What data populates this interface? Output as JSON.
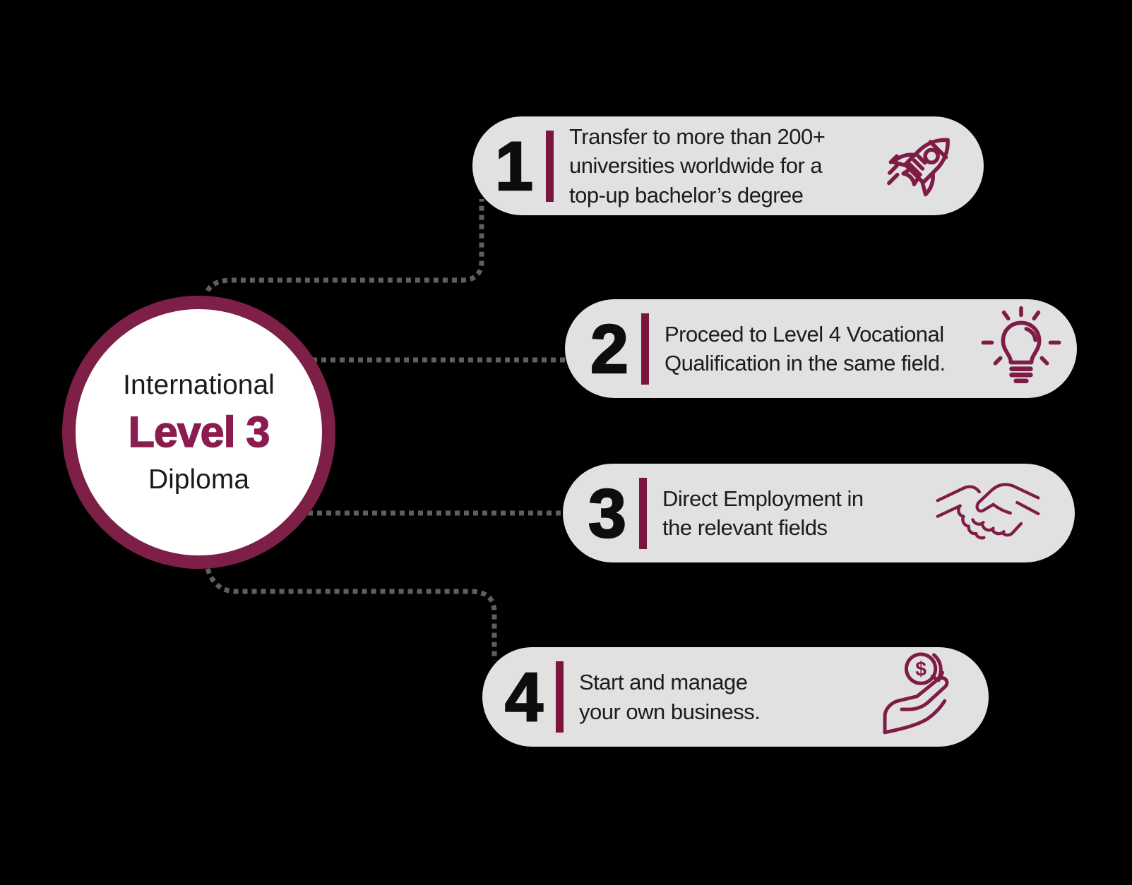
{
  "colors": {
    "background": "#000000",
    "circle_ring": "#7e1f47",
    "circle_fill": "#ffffff",
    "level3_text": "#8b1d4e",
    "divider_bar": "#7c1440",
    "icon_stroke": "#7f1c45",
    "pill_background": "#e1e1e1",
    "dotted_line": "#5f5f5f",
    "number_text": "#0d0d0d",
    "body_text": "#1c1c1c"
  },
  "circle": {
    "line1": "International",
    "line2": "Level 3",
    "line3": "Diploma"
  },
  "items": [
    {
      "number": "1",
      "lines": [
        "Transfer to more than 200+",
        "universities worldwide for a",
        "top-up bachelor’s degree"
      ],
      "icon": "rocket-icon"
    },
    {
      "number": "2",
      "lines": [
        "Proceed to Level 4 Vocational",
        "Qualification in the same field."
      ],
      "icon": "lightbulb-icon"
    },
    {
      "number": "3",
      "lines": [
        "Direct Employment in",
        "the relevant fields"
      ],
      "icon": "handshake-icon"
    },
    {
      "number": "4",
      "lines": [
        "Start and manage",
        "your own business."
      ],
      "icon": "hand-coin-icon",
      "coin_symbol": "$"
    }
  ]
}
